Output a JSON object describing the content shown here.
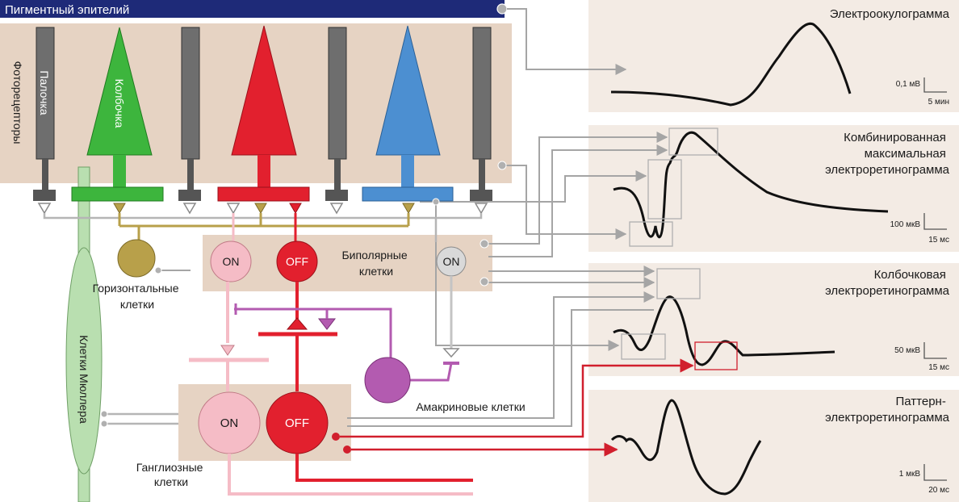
{
  "labels": {
    "pigment_epithelium": "Пигментный эпителий",
    "photoreceptors": "Фотор​ецепторы",
    "rod": "Палочка",
    "cone": "Колбочка",
    "horizontal_cells": [
      "Горизонтальные",
      "клетки"
    ],
    "bipolar_cells": [
      "Биполярные",
      "клетки"
    ],
    "amacrine_cells": "Амакриновые клетки",
    "muller_cells": "Клетки Мюллера",
    "ganglion_cells": [
      "Ганглиозные",
      "клетки"
    ],
    "on": "ON",
    "off": "OFF"
  },
  "panels": [
    {
      "title": [
        "Электроокулограмма"
      ],
      "scale_value": "0,1 мВ",
      "scale_time": "5 мин"
    },
    {
      "title": [
        "Комбинированная",
        "максимальная",
        "электроретинограмма"
      ],
      "scale_value": "100 мкВ",
      "scale_time": "15 мс"
    },
    {
      "title": [
        "Колбочковая",
        "электроретинограмма"
      ],
      "scale_value": "50 мкВ",
      "scale_time": "15 мс"
    },
    {
      "title": [
        "Паттерн-",
        "электроретинограмма"
      ],
      "scale_value": "1 мкВ",
      "scale_time": "20 мс"
    }
  ],
  "colors": {
    "pigment_epithelium": "#1e2a78",
    "layer_band": "#e6d3c3",
    "rod": "#6e6e6e",
    "green_cone": "#3db53d",
    "red_cone": "#e2202e",
    "blue_cone": "#4c8fd1",
    "horizontal": "#b8a04a",
    "on_cell": "#f5bcc6",
    "off_cell": "#e2202e",
    "amacrine": "#b35bb0",
    "muller": "#b9dfb0",
    "grey_wire": "#b5b5b5",
    "panel_bg": "#f3ebe4"
  }
}
